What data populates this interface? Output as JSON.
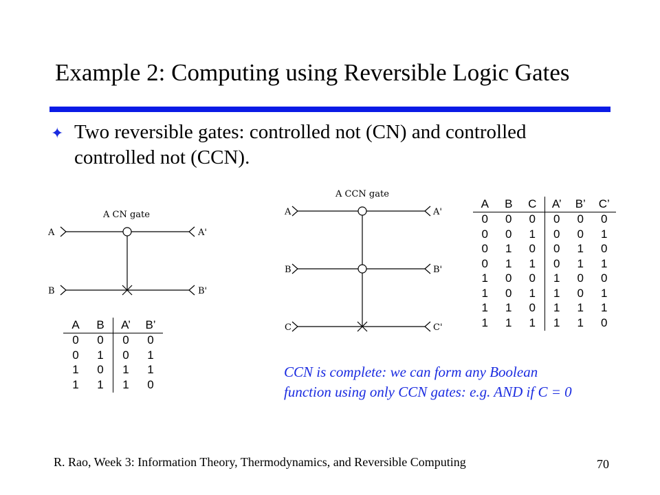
{
  "slide": {
    "title": "Example 2: Computing using Reversible Logic Gates",
    "bullet_icon": "four-pointed-star-icon",
    "bullet_text": "Two reversible gates: controlled not (CN) and controlled controlled not (CCN).",
    "note_line1": "CCN is complete: we can form any Boolean",
    "note_line2": "function using only CCN gates: e.g. AND if C = 0",
    "footer": "R. Rao, Week 3: Information Theory, Thermodynamics, and Reversible Computing",
    "page_number": "70",
    "accent_color": "#0b1be6"
  },
  "cn_gate": {
    "title": "A CN gate",
    "in_a": "A",
    "in_b": "B",
    "out_a": "A'",
    "out_b": "B'",
    "table": {
      "headers": [
        "A",
        "B",
        "A’",
        "B’"
      ],
      "rows": [
        [
          "0",
          "0",
          "0",
          "0"
        ],
        [
          "0",
          "1",
          "0",
          "1"
        ],
        [
          "1",
          "0",
          "1",
          "1"
        ],
        [
          "1",
          "1",
          "1",
          "0"
        ]
      ]
    }
  },
  "ccn_gate": {
    "title": "A CCN gate",
    "in_a": "A",
    "in_b": "B",
    "in_c": "C",
    "out_a": "A'",
    "out_b": "B'",
    "out_c": "C'",
    "table": {
      "headers": [
        "A",
        "B",
        "C",
        "A’",
        "B’",
        "C’"
      ],
      "rows": [
        [
          "0",
          "0",
          "0",
          "0",
          "0",
          "0"
        ],
        [
          "0",
          "0",
          "1",
          "0",
          "0",
          "1"
        ],
        [
          "0",
          "1",
          "0",
          "0",
          "1",
          "0"
        ],
        [
          "0",
          "1",
          "1",
          "0",
          "1",
          "1"
        ],
        [
          "1",
          "0",
          "0",
          "1",
          "0",
          "0"
        ],
        [
          "1",
          "0",
          "1",
          "1",
          "0",
          "1"
        ],
        [
          "1",
          "1",
          "0",
          "1",
          "1",
          "1"
        ],
        [
          "1",
          "1",
          "1",
          "1",
          "1",
          "0"
        ]
      ]
    }
  }
}
